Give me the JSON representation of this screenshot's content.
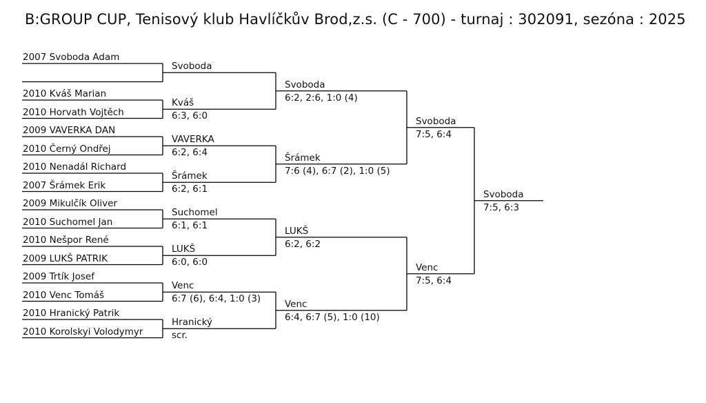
{
  "title": "B:GROUP CUP, Tenisový klub Havlíčkův Brod,z.s. (C - 700) - turnaj : 302091, sezóna : 2025",
  "rounds": [
    {
      "name": "round-1",
      "entries": [
        "2007 Svoboda Adam",
        "",
        "2010 Kváš Marian",
        "2010 Horvath Vojtěch",
        "2009 VAVERKA DAN",
        "2010 Černý Ondřej",
        "2010 Nenadál Richard",
        "2007 Šrámek Erik",
        "2009 Mikulčík Oliver",
        "2010 Suchomel Jan",
        "2010 Nešpor René",
        "2009 LUKŠ PATRIK",
        "2009 Trtík Josef",
        "2010 Venc Tomáš",
        "2010 Hranický Patrik",
        "2010 Korolskyi Volodymyr"
      ]
    },
    {
      "name": "round-2",
      "entries": [
        {
          "winner": "Svoboda",
          "score": ""
        },
        {
          "winner": "Kváš",
          "score": "6:3, 6:0"
        },
        {
          "winner": "VAVERKA",
          "score": "6:2, 6:4"
        },
        {
          "winner": "Šrámek",
          "score": "6:2, 6:1"
        },
        {
          "winner": "Suchomel",
          "score": "6:1, 6:1"
        },
        {
          "winner": "LUKŠ",
          "score": "6:0, 6:0"
        },
        {
          "winner": "Venc",
          "score": "6:7 (6), 6:4, 1:0 (3)"
        },
        {
          "winner": "Hranický",
          "score": "scr."
        }
      ]
    },
    {
      "name": "round-3",
      "entries": [
        {
          "winner": "Svoboda",
          "score": "6:2, 2:6, 1:0 (4)"
        },
        {
          "winner": "Šrámek",
          "score": "7:6 (4), 6:7 (2), 1:0 (5)"
        },
        {
          "winner": "LUKŠ",
          "score": "6:2, 6:2"
        },
        {
          "winner": "Venc",
          "score": "6:4, 6:7 (5), 1:0 (10)"
        }
      ]
    },
    {
      "name": "round-4",
      "entries": [
        {
          "winner": "Svoboda",
          "score": "7:5, 6:4"
        },
        {
          "winner": "Venc",
          "score": "7:5, 6:4"
        }
      ]
    },
    {
      "name": "final",
      "entries": [
        {
          "winner": "Svoboda",
          "score": "7:5, 6:3"
        }
      ]
    }
  ]
}
